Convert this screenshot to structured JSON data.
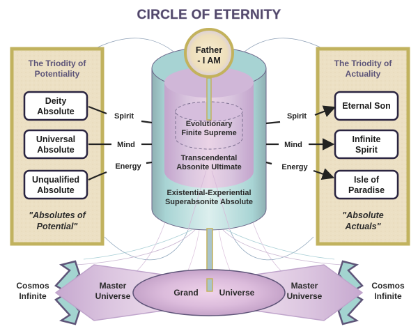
{
  "title": "CIRCLE OF ETERNITY",
  "center": {
    "father_lines": [
      "Father",
      "- I AM"
    ],
    "inner_levels": [
      {
        "lines": [
          "Evolutionary",
          "Finite Supreme"
        ]
      },
      {
        "lines": [
          "Transcendental",
          "Absonite Ultimate"
        ]
      },
      {
        "lines": [
          "Existential-Experiential",
          "Superabsonite Absolute"
        ]
      }
    ]
  },
  "left_panel": {
    "heading": [
      "The Triodity of",
      "Potentiality"
    ],
    "boxes": [
      {
        "lines": [
          "Deity",
          "Absolute"
        ]
      },
      {
        "lines": [
          "Universal",
          "Absolute"
        ]
      },
      {
        "lines": [
          "Unqualified",
          "Absolute"
        ]
      }
    ],
    "caption": [
      "\"Absolutes of",
      "Potential\""
    ]
  },
  "right_panel": {
    "heading": [
      "The Triodity of",
      "Actuality"
    ],
    "boxes": [
      {
        "lines": [
          "Eternal Son"
        ]
      },
      {
        "lines": [
          "Infinite",
          "Spirit"
        ]
      },
      {
        "lines": [
          "Isle of",
          "Paradise"
        ]
      }
    ],
    "caption": [
      "\"Absolute",
      "Actuals\""
    ]
  },
  "connectors": {
    "left": [
      "Spirit",
      "Mind",
      "Energy"
    ],
    "right": [
      "Spirit",
      "Mind",
      "Energy"
    ]
  },
  "bottom": {
    "grand_universe": [
      "Grand",
      "Universe"
    ],
    "master_universe_left": [
      "Master",
      "Universe"
    ],
    "master_universe_right": [
      "Master",
      "Universe"
    ],
    "cosmos_left": [
      "Cosmos",
      "Infinite"
    ],
    "cosmos_right": [
      "Cosmos",
      "Infinite"
    ]
  },
  "colors": {
    "panel_fill": "#ece0c4",
    "panel_border": "#bfb060",
    "teal": "#a9d6d6",
    "teal_dark": "#8fb3b5",
    "lavender": "#c9aed2",
    "lavender_light": "#e5cde6",
    "father_fill": "#f3e6c2",
    "father_ring": "#c3b25c"
  }
}
